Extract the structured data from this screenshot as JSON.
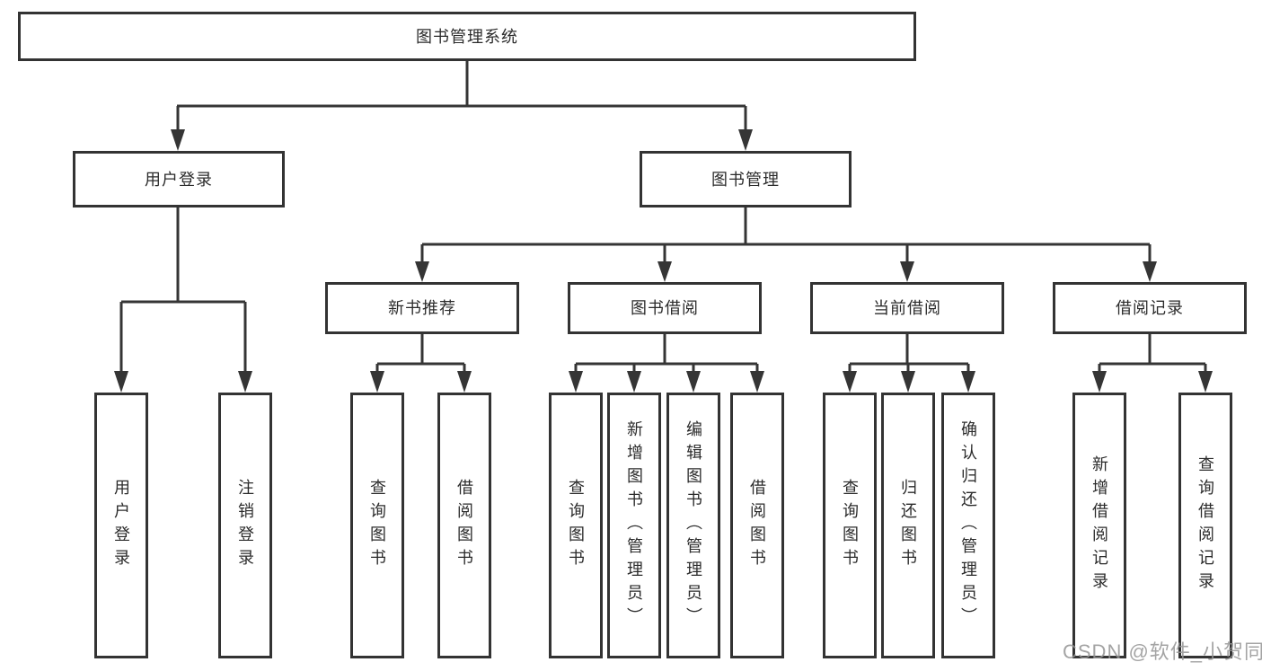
{
  "diagram": {
    "root": "图书管理系统",
    "branches": [
      {
        "label": "用户登录",
        "children": [
          "用户登录",
          "注销登录"
        ]
      },
      {
        "label": "图书管理",
        "sections": [
          {
            "label": "新书推荐",
            "children": [
              "查询图书",
              "借阅图书"
            ]
          },
          {
            "label": "图书借阅",
            "children": [
              "查询图书",
              "新增图书（管理员）",
              "编辑图书（管理员）",
              "借阅图书"
            ]
          },
          {
            "label": "当前借阅",
            "children": [
              "查询图书",
              "归还图书",
              "确认归还（管理员）"
            ]
          },
          {
            "label": "借阅记录",
            "children": [
              "新增借阅记录",
              "查询借阅记录"
            ]
          }
        ]
      }
    ],
    "colors": {
      "line": "#353535",
      "box_border": "#333333",
      "text": "#2b2b2b",
      "watermark": "#949494",
      "background": "#ffffff"
    }
  },
  "watermark": {
    "text": "CSDN @软件_小贺同学"
  }
}
